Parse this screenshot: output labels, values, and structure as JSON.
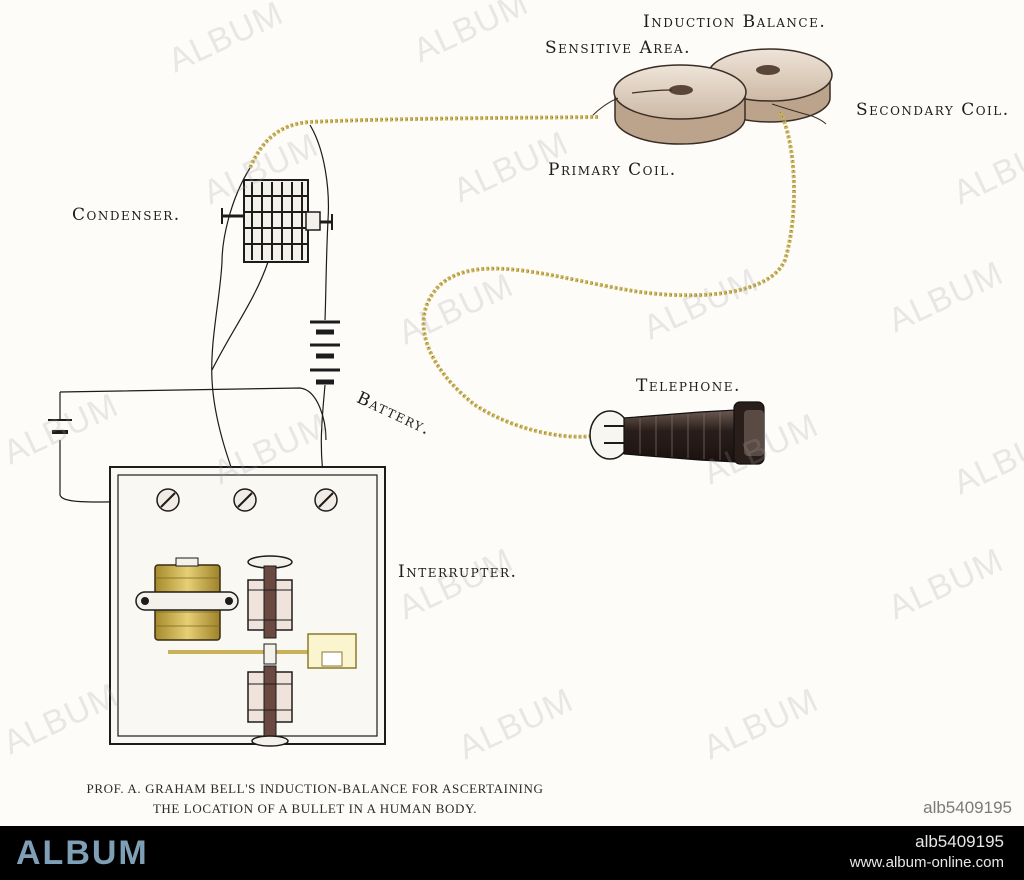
{
  "labels": {
    "induction_balance": "Induction Balance.",
    "sensitive_area": "Sensitive Area.",
    "secondary_coil": "Secondary Coil.",
    "primary_coil": "Primary Coil.",
    "condenser": "Condenser.",
    "battery": "Battery.",
    "telephone": "Telephone.",
    "interrupter": "Interrupter."
  },
  "caption": {
    "line1": "PROF. A. GRAHAM BELL'S INDUCTION-BALANCE FOR ASCERTAINING",
    "line2": "THE LOCATION OF A BULLET IN A HUMAN BODY."
  },
  "watermark": {
    "text": "ALBUM",
    "image_id": "alb5409195"
  },
  "footer": {
    "brand": "ALBUM",
    "image_id": "alb5409195",
    "url": "www.album-online.com"
  },
  "colors": {
    "brass": "#c9b25a",
    "ink": "#1c1c1c",
    "disc": "#d9c7b6",
    "footer_bg": "#000000",
    "brand_blue": "#7f9fb6"
  }
}
